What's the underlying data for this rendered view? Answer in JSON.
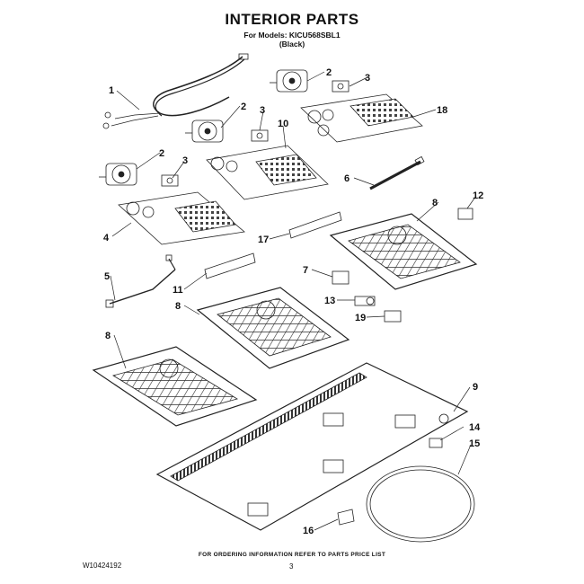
{
  "header": {
    "title": "INTERIOR PARTS",
    "models_line": "For Models: KICU568SBL1",
    "color_line": "(Black)"
  },
  "callouts": [
    {
      "id": "c1",
      "label": "1"
    },
    {
      "id": "c2a",
      "label": "2"
    },
    {
      "id": "c2b",
      "label": "2"
    },
    {
      "id": "c2c",
      "label": "2"
    },
    {
      "id": "c3a",
      "label": "3"
    },
    {
      "id": "c3b",
      "label": "3"
    },
    {
      "id": "c3c",
      "label": "3"
    },
    {
      "id": "c4",
      "label": "4"
    },
    {
      "id": "c5",
      "label": "5"
    },
    {
      "id": "c6",
      "label": "6"
    },
    {
      "id": "c7",
      "label": "7"
    },
    {
      "id": "c8a",
      "label": "8"
    },
    {
      "id": "c8b",
      "label": "8"
    },
    {
      "id": "c8c",
      "label": "8"
    },
    {
      "id": "c9",
      "label": "9"
    },
    {
      "id": "c10",
      "label": "10"
    },
    {
      "id": "c11",
      "label": "11"
    },
    {
      "id": "c12",
      "label": "12"
    },
    {
      "id": "c13",
      "label": "13"
    },
    {
      "id": "c14",
      "label": "14"
    },
    {
      "id": "c15",
      "label": "15"
    },
    {
      "id": "c16",
      "label": "16"
    },
    {
      "id": "c17",
      "label": "17"
    },
    {
      "id": "c18",
      "label": "18"
    },
    {
      "id": "c19",
      "label": "19"
    }
  ],
  "footer": {
    "ordering_note": "FOR ORDERING INFORMATION REFER TO PARTS PRICE LIST",
    "doc_number": "W10424192",
    "page_number": "3"
  }
}
